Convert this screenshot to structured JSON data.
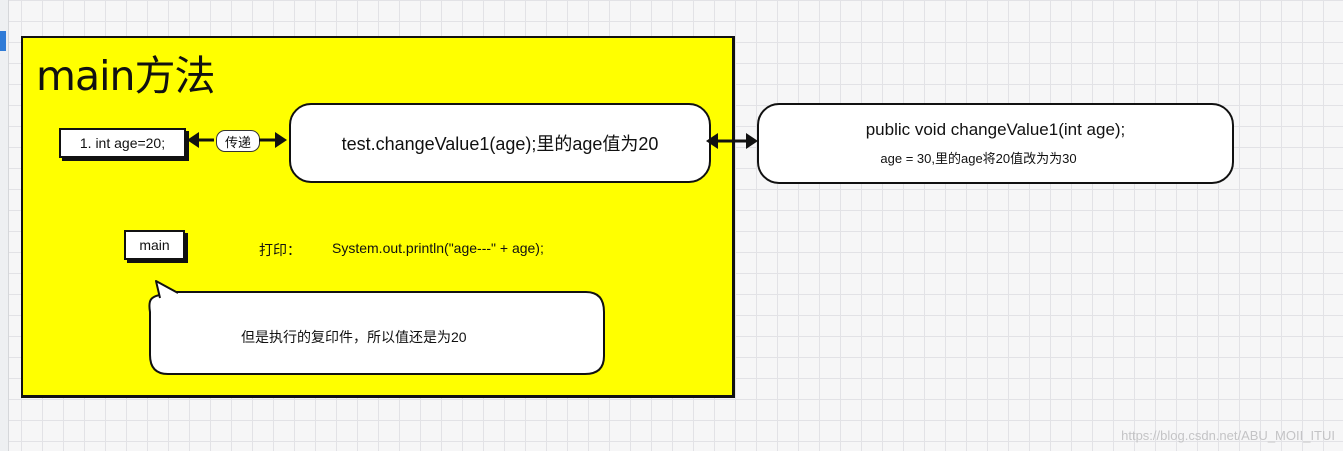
{
  "diagram": {
    "title": "main方法",
    "var_box": "1. int age=20;",
    "pass_label": "传递",
    "call_box": "test.changeValue1(age);里的age值为20",
    "method_signature": "public void changeValue1(int age);",
    "method_note": "age = 30,里的age将20值改为为30",
    "main_box": "main",
    "print_label": "打印：",
    "print_code": "System.out.println(\"age---\" + age);",
    "bubble_text": "但是执行的复印件，所以值还是为20"
  },
  "watermark": "https://blog.csdn.net/ABU_MOII_ITUI",
  "colors": {
    "panel": "#ffff00",
    "accent_tab": "#2f7bd7"
  }
}
